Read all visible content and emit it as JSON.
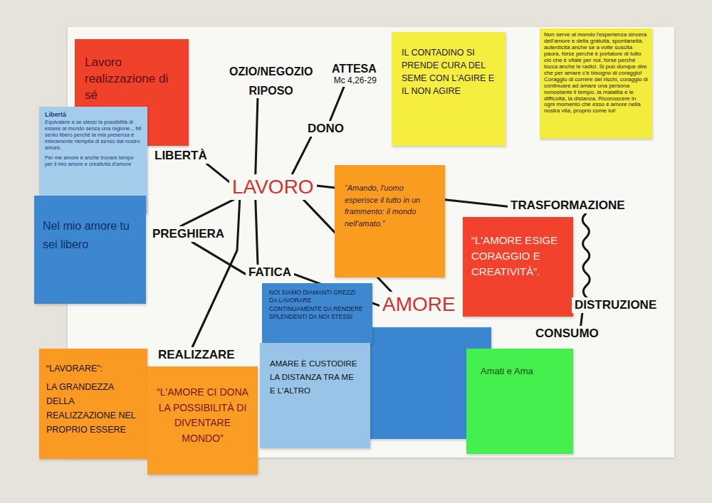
{
  "diagram": {
    "nodes": [
      {
        "text": [
          "Lavoro realizzazione di sé"
        ]
      },
      {
        "text": [
          "OZIO/NEGOZIO",
          "RIPOSO"
        ]
      },
      {
        "text": [
          "ATTESA",
          "Mc 4,26-29"
        ]
      },
      {
        "text": [
          "IL CONTADINO SI PRENDE CURA DEL SEME CON L'AGIRE E IL NON AGIRE"
        ]
      },
      {
        "text": [
          "Non serve al mondo l'esperienza sincera dell'amore e della gratuità, spontaneità, autenticità anche se a volte suscita paura, forse perché è portatore di tutto ciò che è vitale per noi, forse perché tocca anche le radici. Si può dunque dire che per amare c'è bisogno di coraggio! Coraggio di correre dei rischi, coraggio di continuare ad amare una persona nonostante il tempo, la malattia e le difficoltà, la distanza. Riconoscere in ogni momento che esso è amore nella nostra vita, proprio come lui!"
        ]
      },
      {
        "text": [
          "Libertà",
          "Equivalere a se stessi la possibilità di essere al mondo senza una ragione... Mi sento libero perché la mia presenza è interamente riempita di senso dal nostro amore.",
          "Per me amore è anche trovare tempo per il mio amore e creatività d'amore"
        ]
      },
      {
        "text": [
          "DONO"
        ]
      },
      {
        "text": [
          "LIBERTÀ"
        ]
      },
      {
        "text": [
          "LAVORO"
        ]
      },
      {
        "text": [
          "“Amando, l'uomo esperisce il tutto in un frammento: il mondo nell'amato.”"
        ]
      },
      {
        "text": [
          "TRASFORMAZIONE"
        ]
      },
      {
        "text": [
          "Nel mio amore tu sei libero"
        ]
      },
      {
        "text": [
          "“L'AMORE ESIGE CORAGGIO E CREATIVITÀ”."
        ]
      },
      {
        "text": [
          "PREGHIERA"
        ]
      },
      {
        "text": [
          "FATICA"
        ]
      },
      {
        "text": [
          "NOI SIAMO DIAMANTI GREZZI DA LAVORARE CONTINUAMENTE DA RENDERE SPLENDENTI DA NOI STESSI"
        ]
      },
      {
        "text": [
          "AMORE"
        ]
      },
      {
        "text": [
          "DISTRUZIONE"
        ]
      },
      {
        "text": [
          "CONSUMO"
        ]
      },
      {
        "text": [
          "REALIZZARE"
        ]
      },
      {
        "text": [
          "AMARE È CUSTODIRE LA DISTANZA TRA ME E L'ALTRO"
        ]
      },
      {
        "text": [
          "“LAVORARE”:",
          "LA GRANDEZZA DELLA REALIZZAZIONE NEL PROPRIO ESSERE"
        ]
      },
      {
        "text": [
          "Amati e Ama"
        ]
      },
      {
        "text": [
          "“L'AMORE CI DONA LA POSSIBILITÀ DI DIVENTARE MONDO”"
        ]
      }
    ],
    "edges": [
      {
        "from": 8,
        "to": 1,
        "arrow": "none"
      },
      {
        "from": 8,
        "to": 6,
        "arrow": "none"
      },
      {
        "from": 6,
        "to": 2,
        "arrow": "none"
      },
      {
        "from": 8,
        "to": 7,
        "arrow": "none"
      },
      {
        "from": 8,
        "to": 13,
        "arrow": "none"
      },
      {
        "from": 8,
        "to": 14,
        "arrow": "none"
      },
      {
        "from": 8,
        "to": 19,
        "arrow": "none"
      },
      {
        "from": 8,
        "to": 16,
        "arrow": "none"
      },
      {
        "from": 8,
        "to": 10,
        "arrow": "none"
      },
      {
        "from": 13,
        "to": 14,
        "arrow": "none"
      },
      {
        "from": 14,
        "to": 16,
        "arrow": "none"
      },
      {
        "from": 10,
        "to": 17,
        "arrow": "none"
      },
      {
        "from": 17,
        "to": 18,
        "arrow": "none"
      }
    ]
  }
}
